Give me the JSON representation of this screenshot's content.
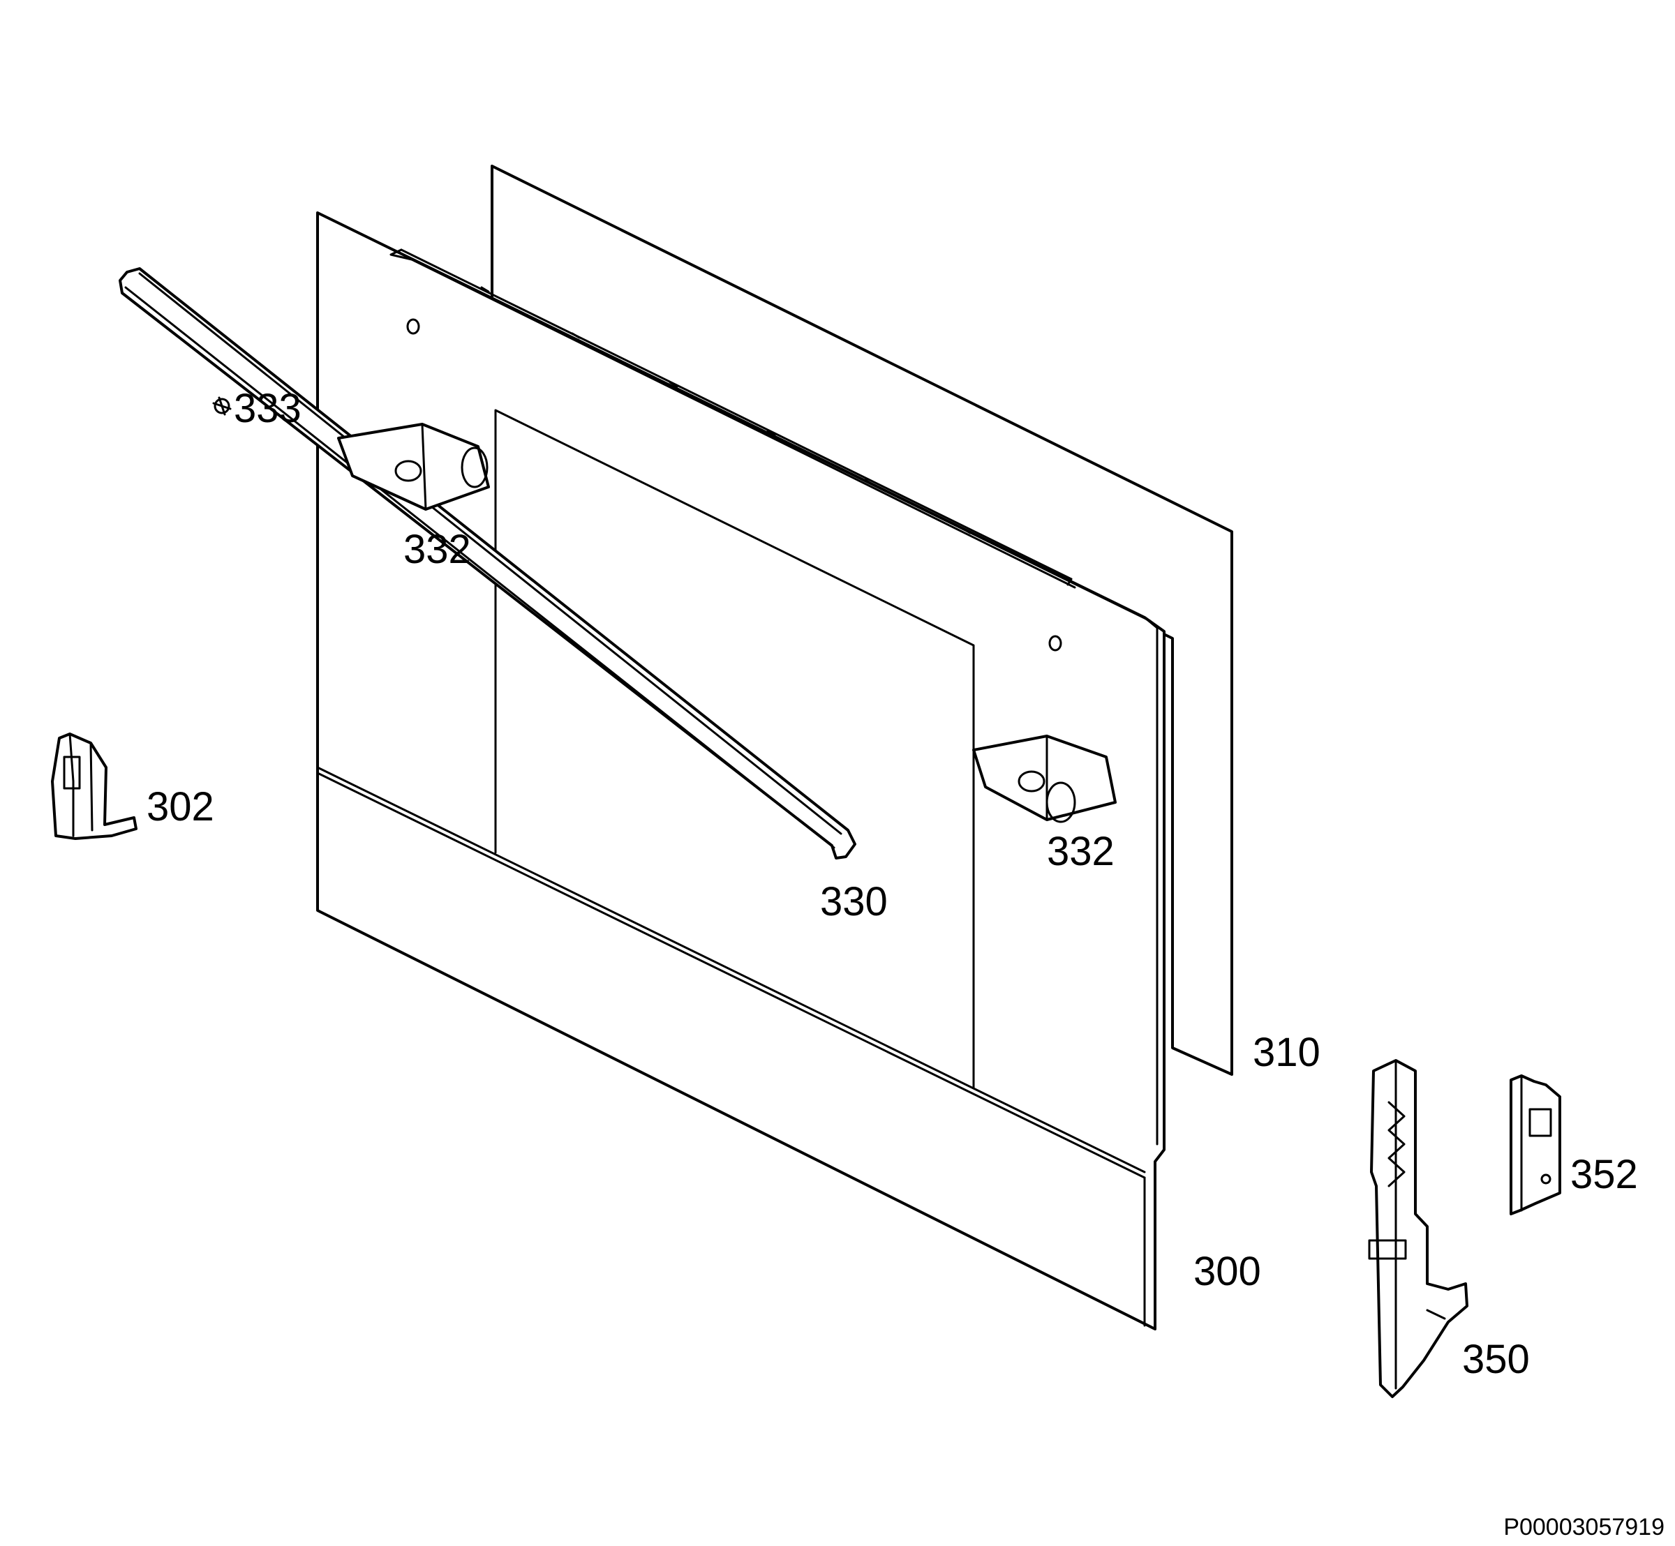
{
  "diagram": {
    "callouts": {
      "p300": "300",
      "p302": "302",
      "p310": "310",
      "p330": "330",
      "p332a": "332",
      "p332b": "332",
      "p333": "333",
      "p350": "350",
      "p352": "352"
    },
    "document_number": "P00003057919"
  }
}
